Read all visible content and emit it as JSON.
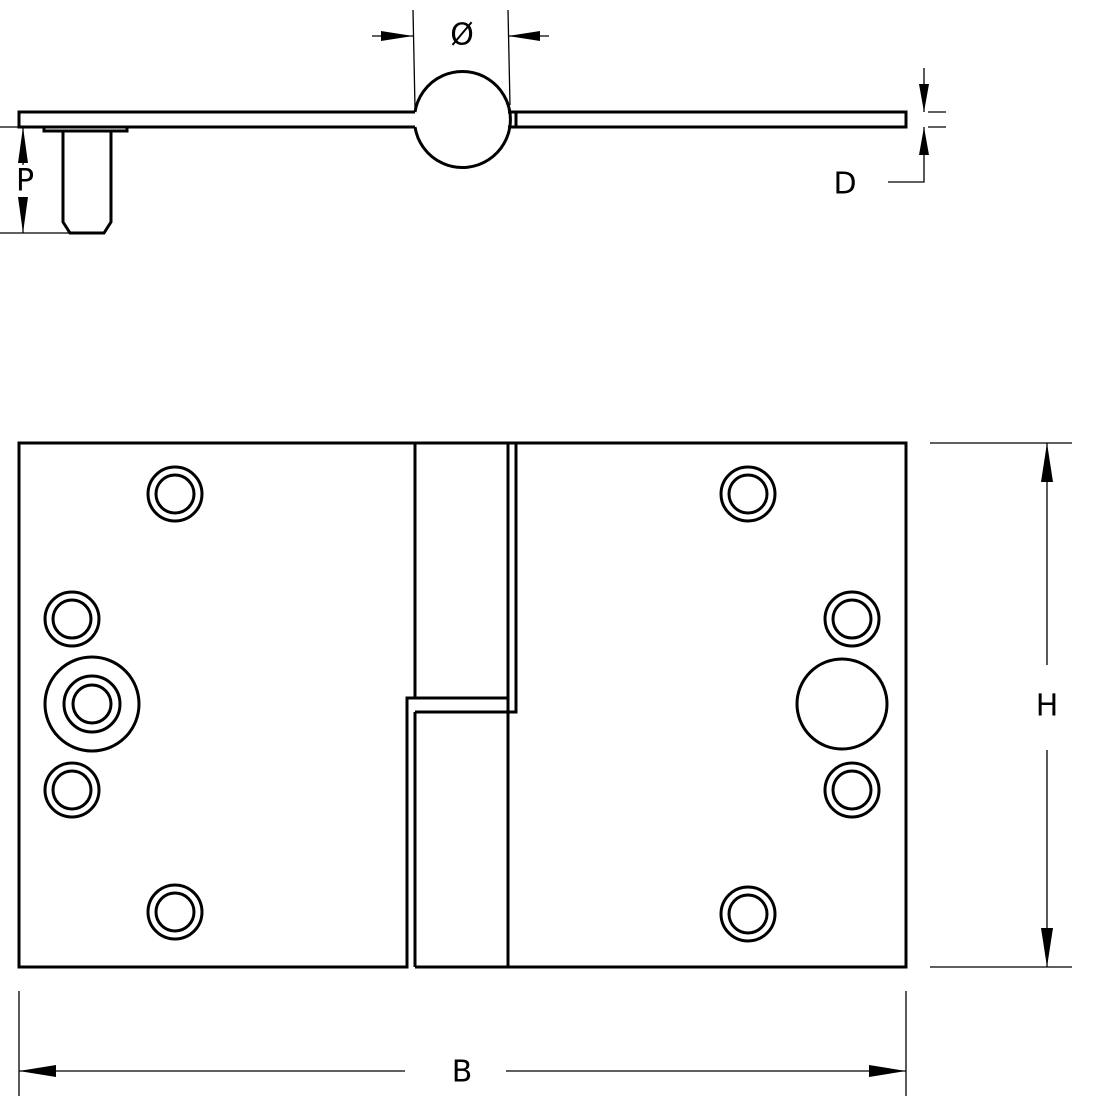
{
  "labels": {
    "diameter": "Ø",
    "projection": "P",
    "thickness": "D",
    "height": "H",
    "width": "B"
  },
  "colors": {
    "line": "#000000",
    "background": "#ffffff"
  }
}
